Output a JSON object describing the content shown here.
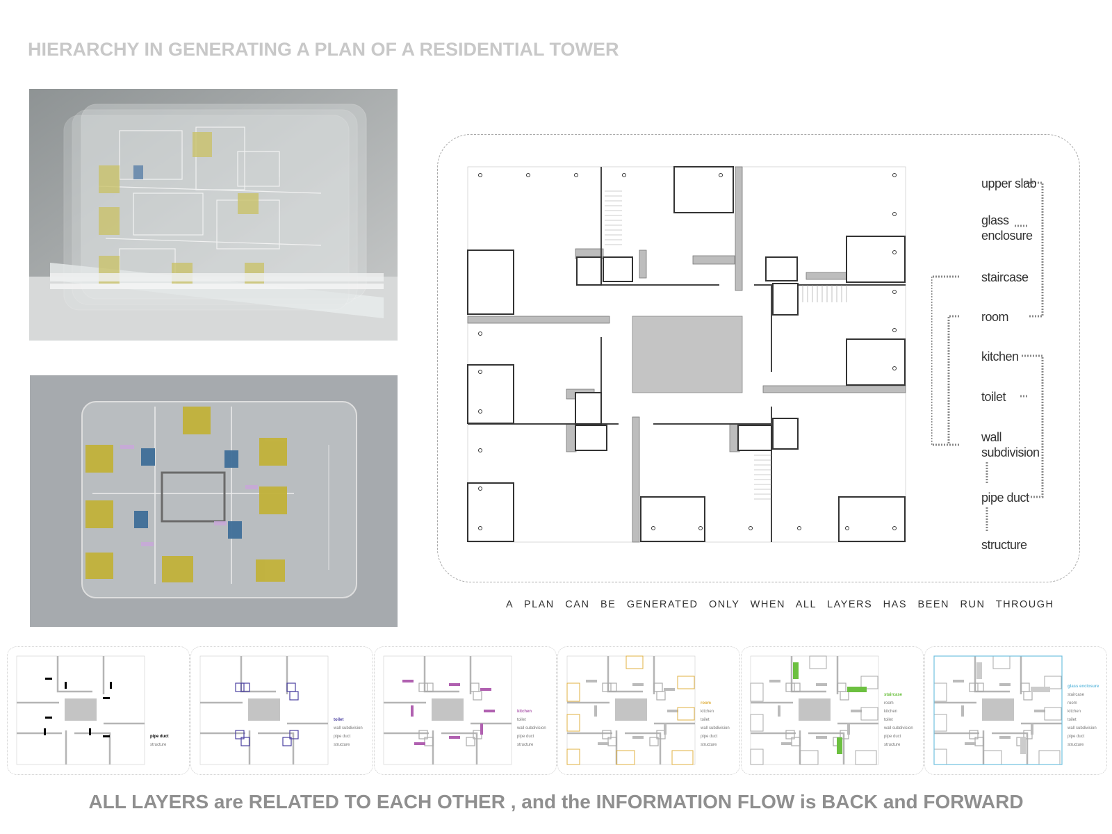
{
  "title": "HIERARCHY IN GENERATING A PLAN OF A RESIDENTIAL TOWER",
  "layers": [
    "upper slab",
    "glass enclosure",
    "staircase",
    "room",
    "kitchen",
    "toilet",
    "wall subdivision",
    "pipe duct",
    "structure"
  ],
  "caption": "A PLAN CAN BE GENERATED ONLY WHEN ALL LAYERS HAS BEEN RUN THROUGH",
  "thumbnails": [
    {
      "highlight": "pipe duct",
      "legend": [
        "pipe duct",
        "structure"
      ],
      "color": "#000000"
    },
    {
      "highlight": "toilet",
      "legend": [
        "toilet",
        "wall subdivision",
        "pipe duct",
        "structure"
      ],
      "color": "#4a3fa0"
    },
    {
      "highlight": "kitchen",
      "legend": [
        "kitchen",
        "toilet",
        "wall subdivision",
        "pipe duct",
        "structure"
      ],
      "color": "#b060b0"
    },
    {
      "highlight": "room",
      "legend": [
        "room",
        "kitchen",
        "toilet",
        "wall subdivision",
        "pipe duct",
        "structure"
      ],
      "color": "#e0b040"
    },
    {
      "highlight": "staircase",
      "legend": [
        "staircase",
        "room",
        "kitchen",
        "toilet",
        "wall subdivision",
        "pipe duct",
        "structure"
      ],
      "color": "#6cc040"
    },
    {
      "highlight": "glass enclosure",
      "legend": [
        "glass enclosure",
        "staircase",
        "room",
        "kitchen",
        "toilet",
        "wall subdivision",
        "pipe duct",
        "structure"
      ],
      "color": "#70c0e0"
    }
  ],
  "footer": "ALL LAYERS are RELATED TO EACH OTHER , and the INFORMATION FLOW is BACK and FORWARD",
  "colors": {
    "title": "#c8c8c8",
    "footer": "#8f8f8f",
    "wall": "#bdbdbd",
    "core": "#c4c4c4"
  }
}
